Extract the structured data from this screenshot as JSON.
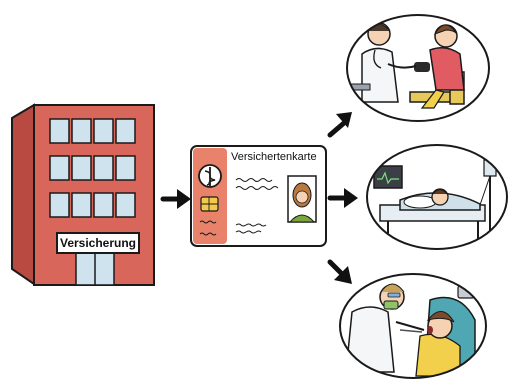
{
  "building": {
    "sign_text": "Versicherung",
    "wall_color": "#d9665a",
    "window_color": "#cfe3ef"
  },
  "card": {
    "title": "Versichertenkarte",
    "accent_color": "#e9826a"
  },
  "scenes": [
    {
      "name": "doctor-visit",
      "icon": "stethoscope"
    },
    {
      "name": "hospital-stay",
      "icon": "hospital-bed"
    },
    {
      "name": "dentist-visit",
      "icon": "dental-mirror"
    }
  ],
  "arrows": [
    {
      "from": "building",
      "to": "card"
    },
    {
      "from": "card",
      "to": "doctor-visit"
    },
    {
      "from": "card",
      "to": "hospital-stay"
    },
    {
      "from": "card",
      "to": "dentist-visit"
    }
  ]
}
